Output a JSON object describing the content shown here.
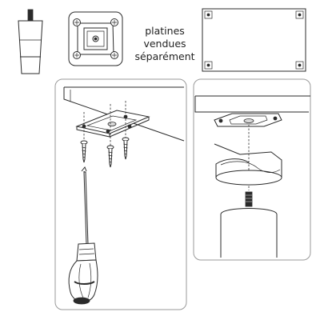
{
  "caption": {
    "line1": "platines",
    "line2": "vendues",
    "line3": "séparément"
  },
  "figures": [
    {
      "name": "leg",
      "icon": "tapered-leg-icon"
    },
    {
      "name": "mounting-plate",
      "icon": "mounting-plate-icon"
    },
    {
      "name": "tabletop-underside",
      "icon": "tabletop-corners-icon"
    },
    {
      "name": "step-1-screw-plate",
      "icon": "screwdriver-icon"
    },
    {
      "name": "step-2-attach-leg",
      "icon": "leg-bolt-icon"
    }
  ],
  "colors": {
    "line": "#2b2b2b",
    "panel_border": "#9a9a9a",
    "fill_grey": "#d9d9d9",
    "background": "#ffffff"
  }
}
